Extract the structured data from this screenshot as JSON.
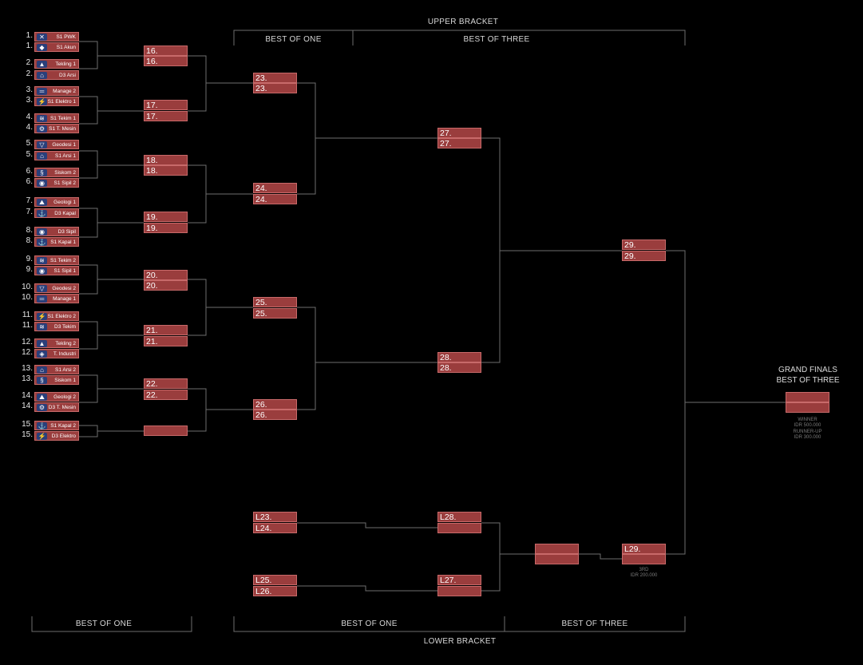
{
  "headers": {
    "upper_bracket": "UPPER BRACKET",
    "lower_bracket": "LOWER BRACKET",
    "top_bo1": "BEST OF ONE",
    "top_bo3": "BEST OF THREE",
    "bottom_left_bo1": "BEST OF ONE",
    "bottom_mid_bo1": "BEST OF ONE",
    "bottom_right_bo3": "BEST OF THREE"
  },
  "teams": [
    {
      "seed": "1.",
      "name": "S1 PWK",
      "icon": "pwk-logo-icon"
    },
    {
      "seed": "1.",
      "name": "S1 Akun",
      "icon": "akun-logo-icon"
    },
    {
      "seed": "2.",
      "name": "Tekling 1",
      "icon": "tekling-logo-icon"
    },
    {
      "seed": "2.",
      "name": "D3 Arsi",
      "icon": "arsi-logo-icon"
    },
    {
      "seed": "3.",
      "name": "Manage 2",
      "icon": "manage-logo-icon"
    },
    {
      "seed": "3.",
      "name": "S1 Elektro 1",
      "icon": "elektro-logo-icon"
    },
    {
      "seed": "4.",
      "name": "S1 Tekim 1",
      "icon": "tekim-logo-icon"
    },
    {
      "seed": "4.",
      "name": "S1 T. Mesin",
      "icon": "mesin-logo-icon"
    },
    {
      "seed": "5.",
      "name": "Geodesi 1",
      "icon": "geodesi-logo-icon"
    },
    {
      "seed": "5.",
      "name": "S1 Arsi 1",
      "icon": "arsi-logo-icon"
    },
    {
      "seed": "6.",
      "name": "Siskom 2",
      "icon": "siskom-logo-icon"
    },
    {
      "seed": "6.",
      "name": "S1 Sipil 2",
      "icon": "sipil-logo-icon"
    },
    {
      "seed": "7.",
      "name": "Geologi 1",
      "icon": "geologi-logo-icon"
    },
    {
      "seed": "7.",
      "name": "D3 Kapal",
      "icon": "kapal-logo-icon"
    },
    {
      "seed": "8.",
      "name": "D3 Sipil",
      "icon": "sipil-logo-icon"
    },
    {
      "seed": "8.",
      "name": "S1 Kapal 1",
      "icon": "kapal-logo-icon"
    },
    {
      "seed": "9.",
      "name": "S1 Tekim 2",
      "icon": "tekim-logo-icon"
    },
    {
      "seed": "9.",
      "name": "S1 Sipil 1",
      "icon": "sipil-logo-icon"
    },
    {
      "seed": "10.",
      "name": "Geodesi 2",
      "icon": "geodesi-logo-icon"
    },
    {
      "seed": "10.",
      "name": "Manage 1",
      "icon": "manage-logo-icon"
    },
    {
      "seed": "11.",
      "name": "S1 Elektro 2",
      "icon": "elektro-logo-icon"
    },
    {
      "seed": "11.",
      "name": "D3 Tekim",
      "icon": "tekim-logo-icon"
    },
    {
      "seed": "12.",
      "name": "Tekling 2",
      "icon": "tekling-logo-icon"
    },
    {
      "seed": "12.",
      "name": "T. Industri",
      "icon": "industri-logo-icon"
    },
    {
      "seed": "13.",
      "name": "S1 Arsi 2",
      "icon": "arsi-logo-icon"
    },
    {
      "seed": "13.",
      "name": "Siskom 1",
      "icon": "siskom-logo-icon"
    },
    {
      "seed": "14.",
      "name": "Geologi 2",
      "icon": "geologi-logo-icon"
    },
    {
      "seed": "14.",
      "name": "D3 T. Mesin",
      "icon": "mesin-logo-icon"
    },
    {
      "seed": "15.",
      "name": "S1 Kapal 2",
      "icon": "kapal-logo-icon"
    },
    {
      "seed": "15.",
      "name": "D3 Elektro",
      "icon": "elektro-logo-icon"
    }
  ],
  "slots": {
    "r16a": "16.",
    "r16b": "16.",
    "r17a": "17.",
    "r17b": "17.",
    "r18a": "18.",
    "r18b": "18.",
    "r19a": "19.",
    "r19b": "19.",
    "r20a": "20.",
    "r20b": "20.",
    "r21a": "21.",
    "r21b": "21.",
    "r22a": "22.",
    "r22b": "22.",
    "rbye": "",
    "r23a": "23.",
    "r23b": "23.",
    "r24a": "24.",
    "r24b": "24.",
    "r25a": "25.",
    "r25b": "25.",
    "r26a": "26.",
    "r26b": "26.",
    "r27a": "27.",
    "r27b": "27.",
    "r28a": "28.",
    "r28b": "28.",
    "r29a": "29.",
    "r29b": "29.",
    "l23": "L23.",
    "l24": "L24.",
    "l25": "L25.",
    "l26": "L26.",
    "l28": "L28.",
    "l28b": "",
    "l27": "L27.",
    "l27b": "",
    "lsf_a": "",
    "lsf_b": "",
    "l29": "L29.",
    "l29b": "",
    "gf_a": "",
    "gf_b": ""
  },
  "prizes": {
    "winner_label": "WINNER",
    "winner_amount": "IDR 500.000",
    "runner_label": "RUNNER-UP",
    "runner_amount": "IDR 300.000",
    "third_label": "3RD",
    "third_amount": "IDR 200.000"
  },
  "grand_finals": {
    "line1": "GRAND FINALS",
    "line2": "BEST OF THREE"
  },
  "colors": {
    "slot_fill": "#9a3d3d",
    "slot_border": "#c86a6a",
    "wire": "#6e6e6e",
    "background": "#000000"
  }
}
